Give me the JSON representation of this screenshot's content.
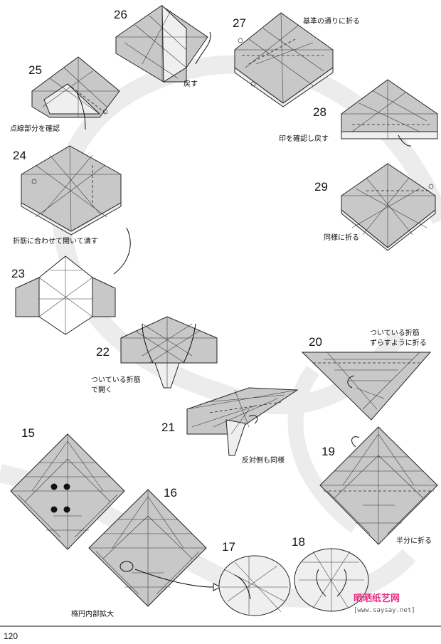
{
  "steps": [
    {
      "num": "15",
      "label": ""
    },
    {
      "num": "16",
      "label": "楕円内部拡大"
    },
    {
      "num": "17",
      "label": ""
    },
    {
      "num": "18",
      "label": ""
    },
    {
      "num": "19",
      "label": "半分に折る"
    },
    {
      "num": "20",
      "label_line1": "ついている折筋",
      "label_line2": "ずらすように折る"
    },
    {
      "num": "21",
      "label": "反対側も同様"
    },
    {
      "num": "22",
      "label_line1": "ついている折筋",
      "label_line2": "で開く"
    },
    {
      "num": "23",
      "label": ""
    },
    {
      "num": "24",
      "label": "折筋に合わせて開いて潰す"
    },
    {
      "num": "25",
      "label": "点線部分を確認"
    },
    {
      "num": "26",
      "label": "戻す"
    },
    {
      "num": "27",
      "label": "基準の通りに折る"
    },
    {
      "num": "28",
      "label": "印を確認し戻す"
    },
    {
      "num": "29",
      "label": "同様に折る"
    }
  ],
  "page_number": "120",
  "watermark": {
    "name": "晒晒纸艺网",
    "url": "[www.saysay.net]"
  },
  "colors": {
    "paper_grey": "#c8c8c8",
    "background_band": "#ececec",
    "watermark_pink": "#e8338a"
  }
}
